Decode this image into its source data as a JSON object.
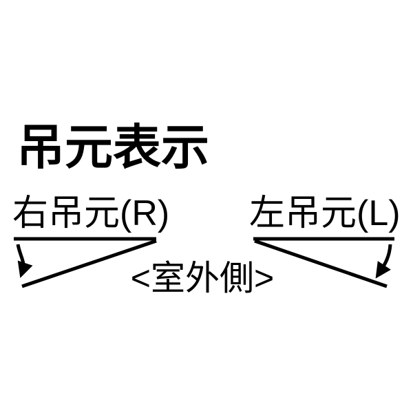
{
  "diagram": {
    "title": "吊元表示",
    "left_figure": {
      "label": "右吊元(R)"
    },
    "right_figure": {
      "label": "左吊元(L)"
    },
    "center_label": "<室外側>",
    "colors": {
      "ink": "#000000",
      "background": "#ffffff"
    }
  }
}
